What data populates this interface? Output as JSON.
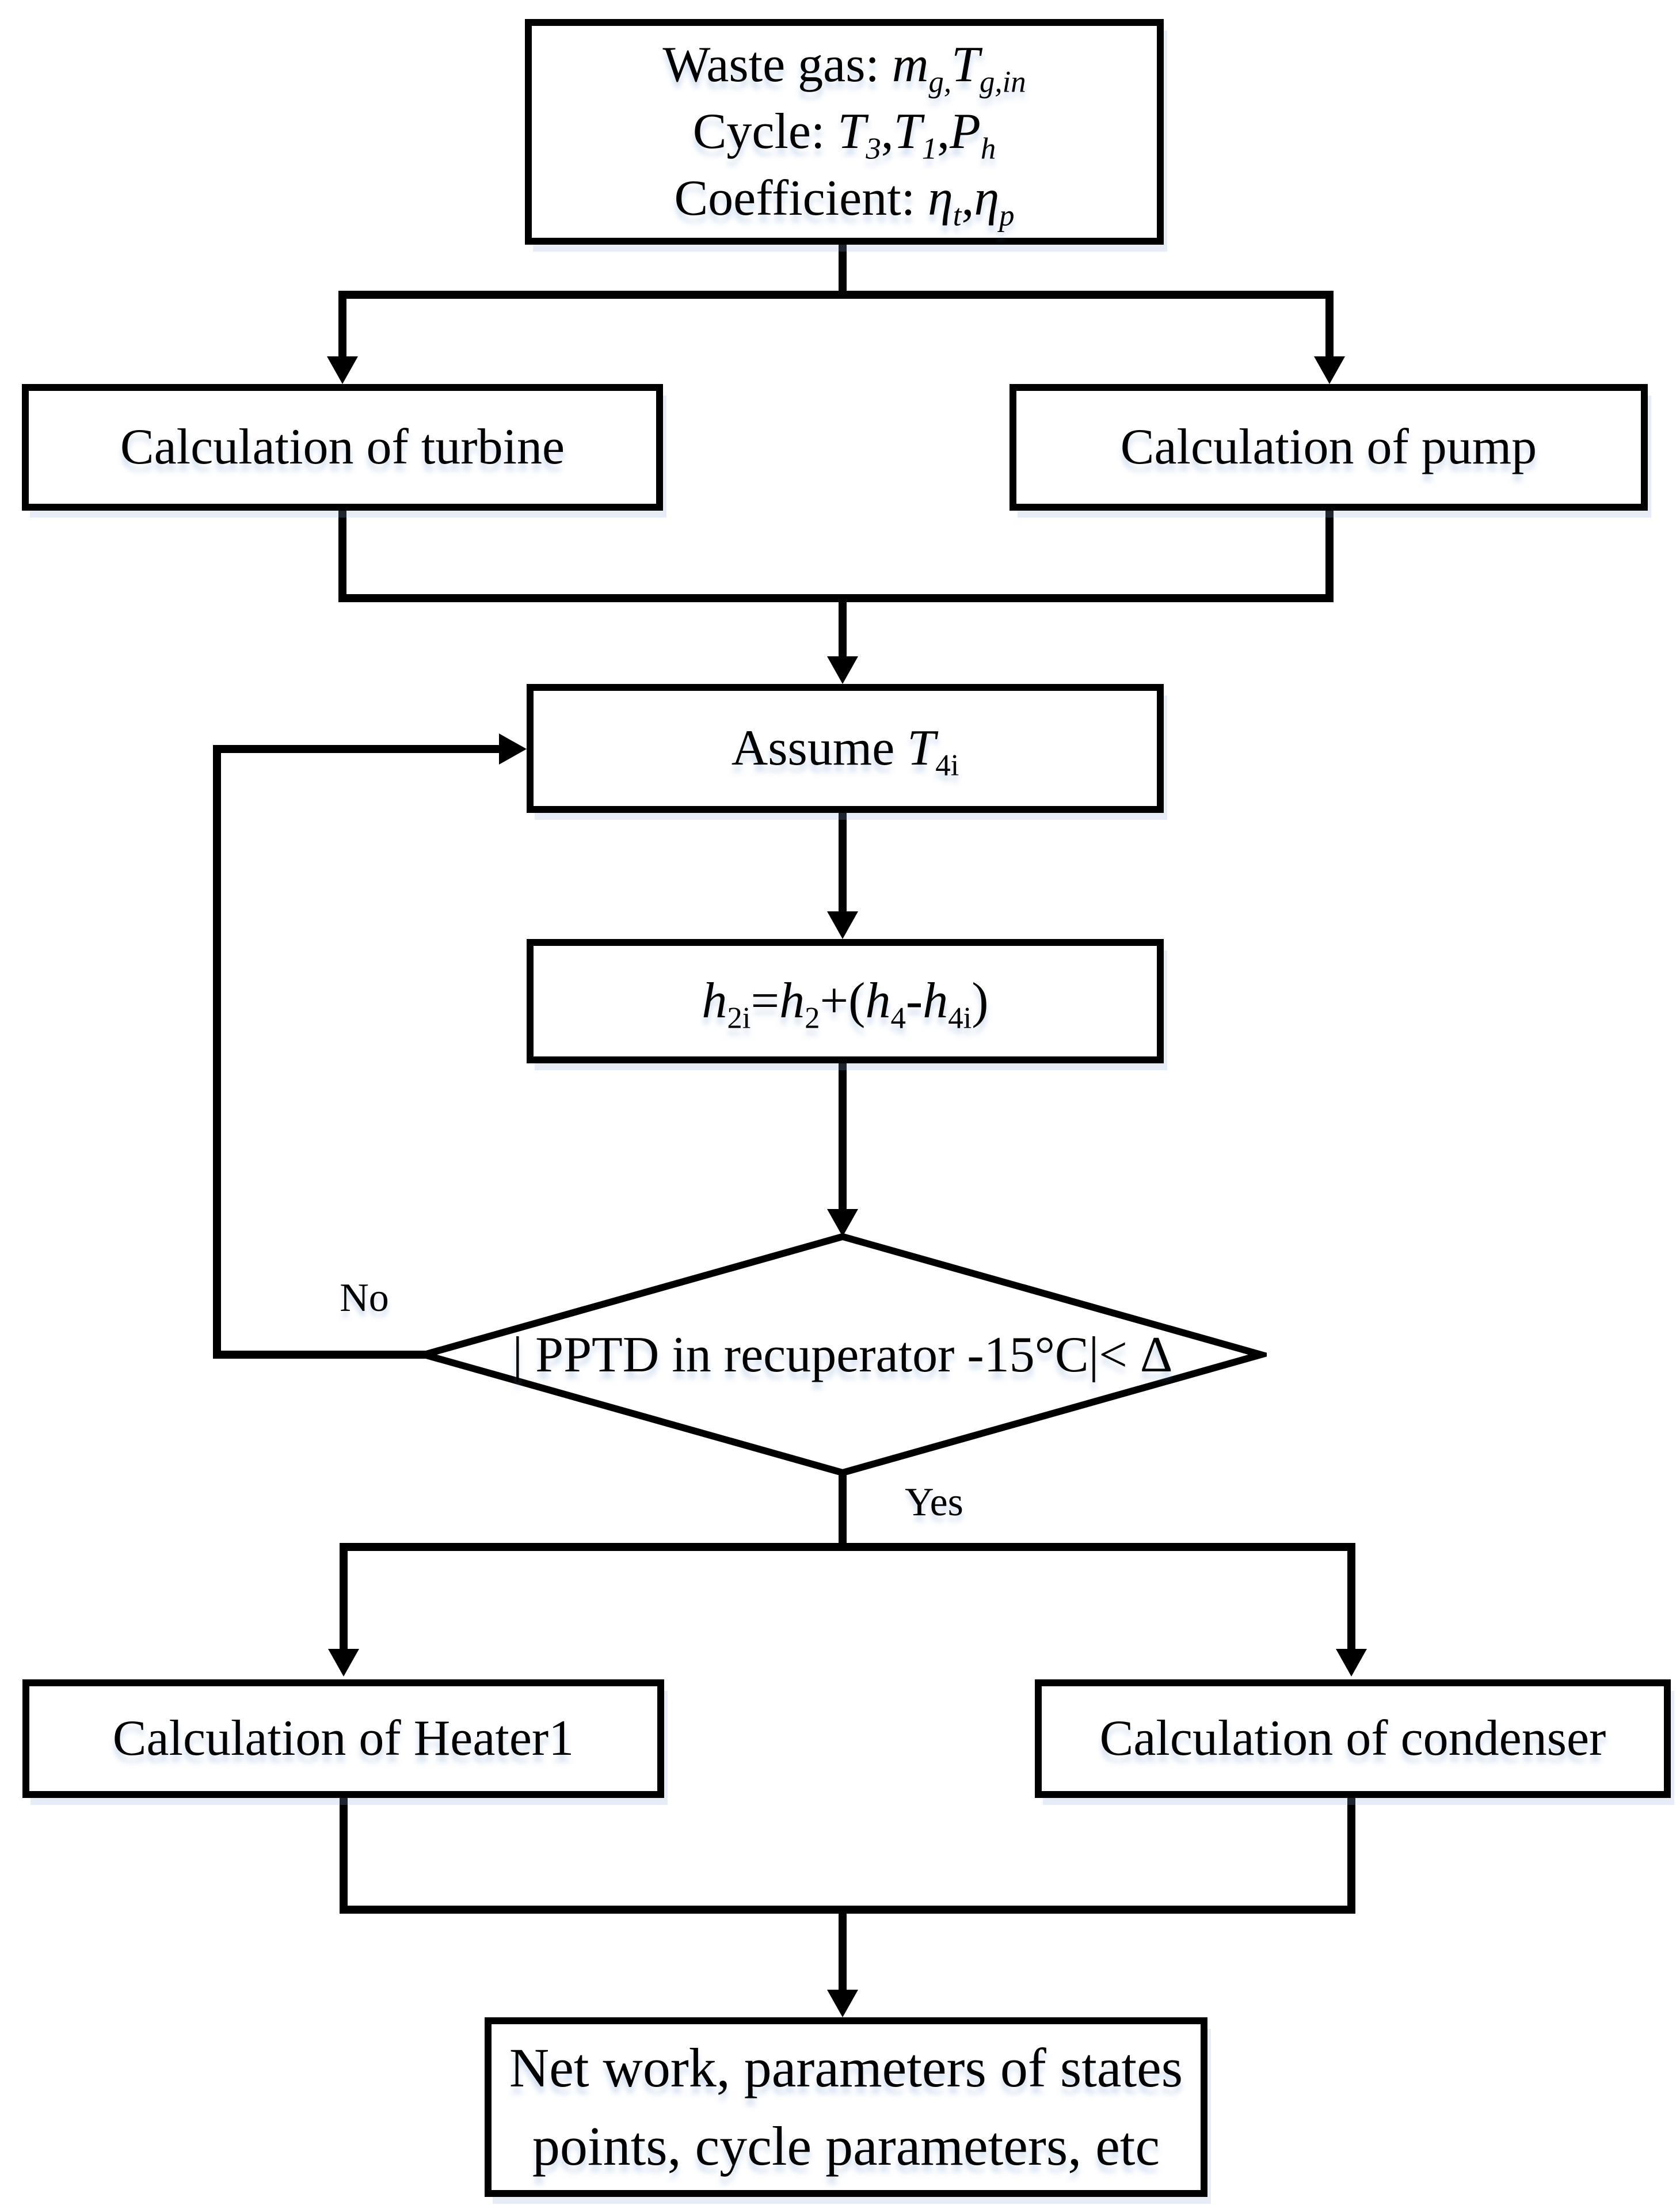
{
  "colors": {
    "line": "#000000",
    "box_border": "#000000",
    "box_bg": "#ffffff",
    "scan_halo": "rgba(125,165,215,0.40)"
  },
  "nodes": {
    "inputs": {
      "lines": [
        {
          "parts": [
            {
              "t": "Waste gas: "
            },
            {
              "t": "m",
              "i": true
            },
            {
              "t": "g,",
              "i": true,
              "sub": true
            },
            {
              "t": "T",
              "i": true
            },
            {
              "t": "g,in",
              "i": true,
              "sub": true
            }
          ]
        },
        {
          "parts": [
            {
              "t": "Cycle: "
            },
            {
              "t": "T",
              "i": true
            },
            {
              "t": "3",
              "i": true,
              "sub": true
            },
            {
              "t": ","
            },
            {
              "t": "T",
              "i": true
            },
            {
              "t": "1",
              "i": true,
              "sub": true
            },
            {
              "t": ","
            },
            {
              "t": "P",
              "i": true
            },
            {
              "t": "h",
              "i": true,
              "sub": true
            }
          ]
        },
        {
          "parts": [
            {
              "t": "Coefficient: "
            },
            {
              "t": "η",
              "i": true
            },
            {
              "t": "t",
              "i": true,
              "sub": true
            },
            {
              "t": ","
            },
            {
              "t": "η",
              "i": true
            },
            {
              "t": "p",
              "i": true,
              "sub": true
            }
          ]
        }
      ]
    },
    "turbine": {
      "label": "Calculation of turbine"
    },
    "pump": {
      "label": "Calculation of pump"
    },
    "assume": {
      "parts": [
        {
          "t": "Assume "
        },
        {
          "t": "T",
          "i": true
        },
        {
          "t": "4i",
          "sub": true
        }
      ]
    },
    "formula": {
      "parts": [
        {
          "t": "h",
          "i": true
        },
        {
          "t": "2i",
          "sub": true
        },
        {
          "t": "="
        },
        {
          "t": "h",
          "i": true
        },
        {
          "t": "2",
          "sub": true
        },
        {
          "t": "+("
        },
        {
          "t": "h",
          "i": true
        },
        {
          "t": "4",
          "sub": true
        },
        {
          "t": "-"
        },
        {
          "t": "h",
          "i": true
        },
        {
          "t": "4i",
          "sub": true
        },
        {
          "t": ")"
        }
      ]
    },
    "decision": {
      "label": "| PPTD in recuperator -15°C|< Δ"
    },
    "heater": {
      "label": "Calculation of Heater1"
    },
    "condenser": {
      "label": "Calculation of condenser"
    },
    "result": {
      "label": "Net work, parameters of states points, cycle parameters, etc"
    }
  },
  "edges": {
    "no_label": "No",
    "yes_label": "Yes"
  }
}
